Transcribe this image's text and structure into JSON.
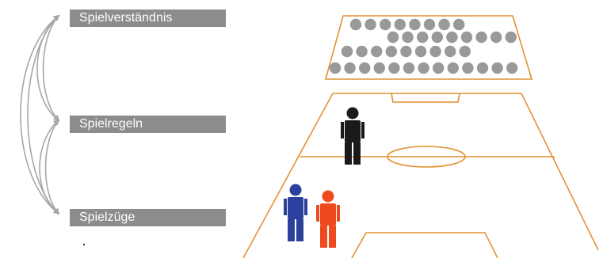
{
  "labels": [
    "Spielverständnis",
    "Spielregeln",
    "Spielzüge"
  ],
  "colors": {
    "label_bg": "#8c8c8c",
    "arrows": "#a6a6a6",
    "field_lines": "#e39132",
    "spectator": "#999999",
    "player_black": "#1a1a1a",
    "player_blue": "#2b3f9c",
    "player_red": "#ee4a1f"
  },
  "figures": [
    {
      "name": "player-black",
      "color": "player_black"
    },
    {
      "name": "player-blue",
      "color": "player_blue"
    },
    {
      "name": "player-red",
      "color": "player_red"
    }
  ]
}
